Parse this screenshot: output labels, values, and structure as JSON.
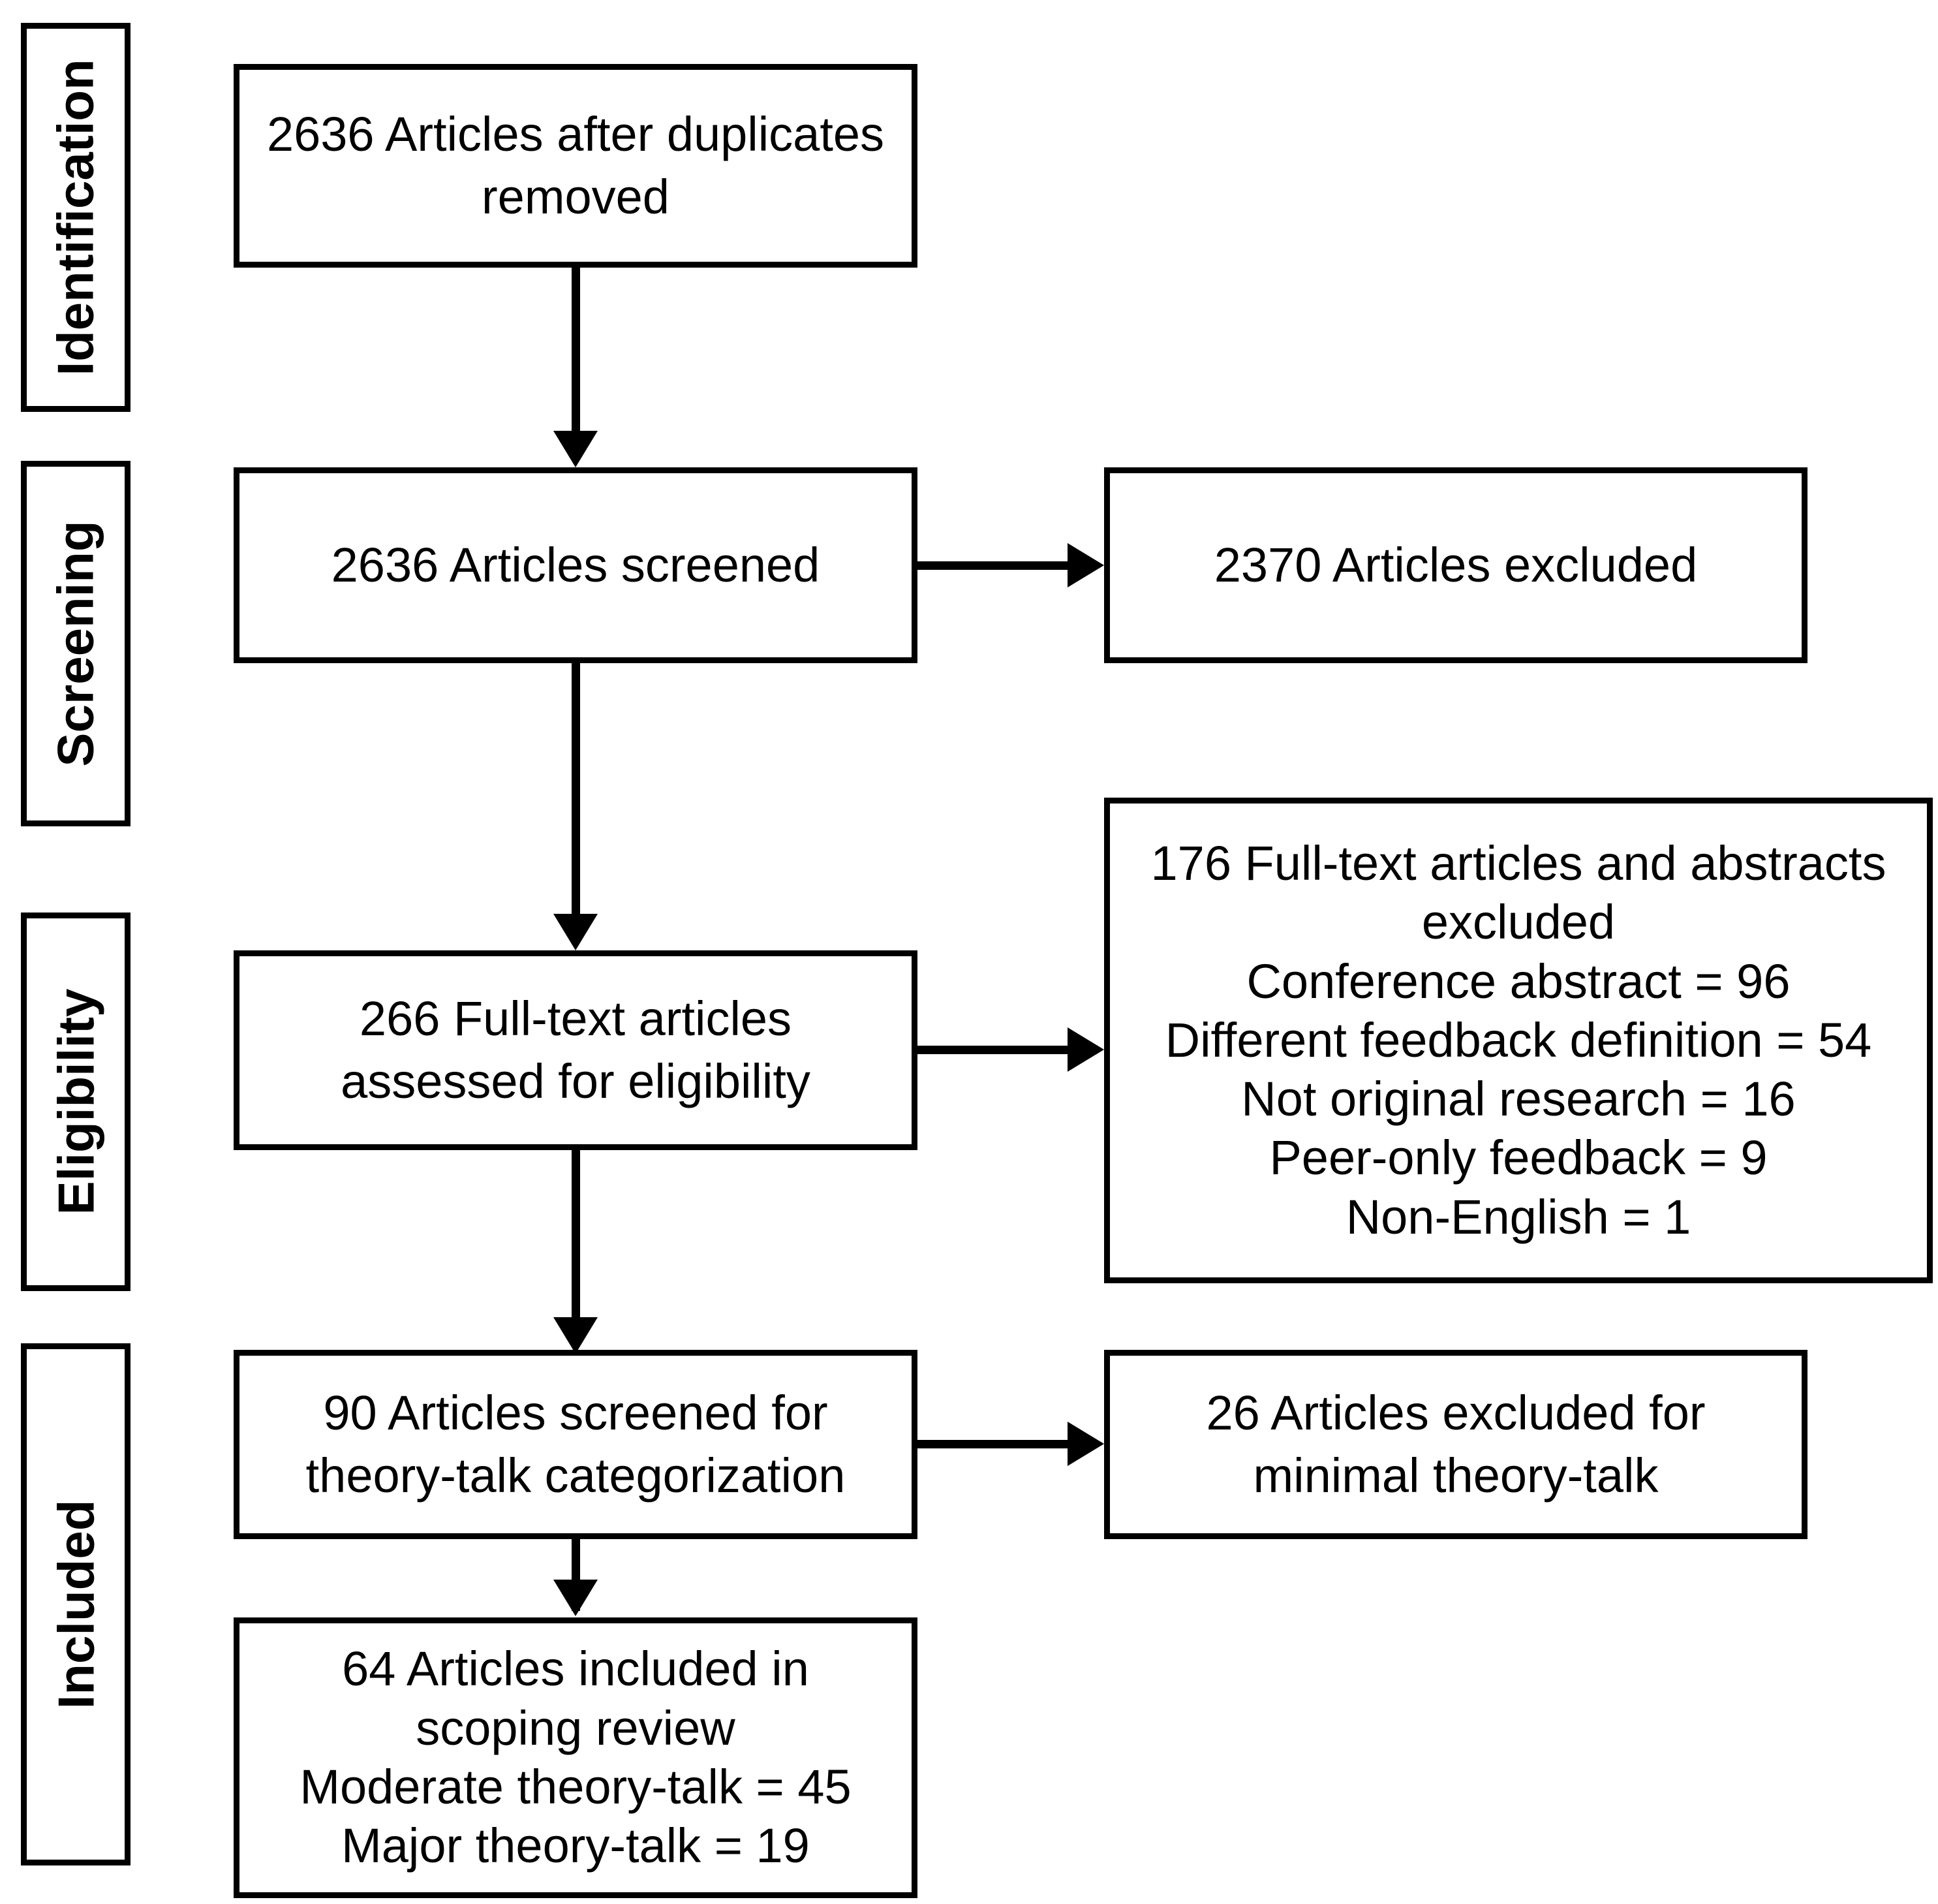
{
  "diagram": {
    "type": "prisma-flow-diagram",
    "title": "",
    "background_color": "#ffffff",
    "line_color": "#000000"
  },
  "stages": [
    {
      "id": "identification",
      "label": "Identification"
    },
    {
      "id": "screening",
      "label": "Screening"
    },
    {
      "id": "eligibility",
      "label": "Eligibility"
    },
    {
      "id": "included",
      "label": "Included"
    }
  ],
  "boxes": {
    "records_after_duplicates": {
      "text": "2636 Articles after duplicates\nremoved",
      "count": 2636
    },
    "records_screened": {
      "text": "2636 Articles screened",
      "count": 2636
    },
    "records_excluded": {
      "text": "2370 Articles excluded",
      "count": 2370
    },
    "fulltext_assessed": {
      "text": "266 Full-text articles\nassessed for eligibility",
      "count": 266
    },
    "fulltext_excluded": {
      "text": "176 Full-text articles and abstracts\nexcluded\nConference abstract = 96\nDifferent feedback definition = 54\nNot original research = 16\nPeer-only feedback = 9\nNon-English = 1",
      "count": 176,
      "reasons": [
        {
          "label": "Conference abstract",
          "value": 96
        },
        {
          "label": "Different feedback definition",
          "value": 54
        },
        {
          "label": "Not original research",
          "value": 16
        },
        {
          "label": "Peer-only feedback",
          "value": 9
        },
        {
          "label": "Non-English",
          "value": 1
        }
      ]
    },
    "theorytalk_screened": {
      "text": "90 Articles screened for\ntheory-talk categorization",
      "count": 90
    },
    "theorytalk_excluded": {
      "text": "26 Articles excluded for\nminimal theory-talk",
      "count": 26
    },
    "included_final": {
      "text": "64 Articles included in\nscoping review\nModerate theory-talk = 45\nMajor theory-talk = 19",
      "count": 64,
      "breakdown": [
        {
          "label": "Moderate theory-talk",
          "value": 45
        },
        {
          "label": "Major theory-talk",
          "value": 19
        }
      ]
    }
  }
}
